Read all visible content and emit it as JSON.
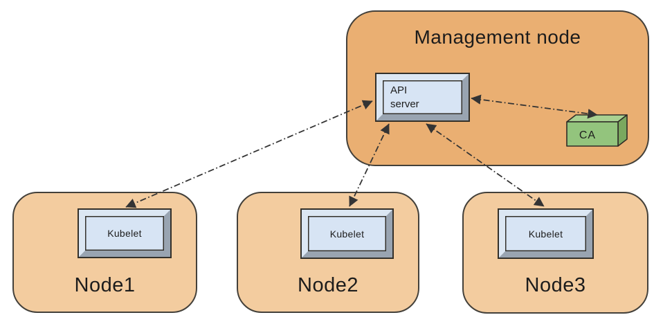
{
  "colors": {
    "management_fill": "#eaaf72",
    "node_fill": "#f3cc9f",
    "node_border": "#43403a",
    "box_face": "#d7e4f4",
    "bevel_light": "#dce7f3",
    "bevel_dark": "#99a4b1",
    "box_outline": "#33302a",
    "ca_front": "#93c47d",
    "ca_top": "#a9d191",
    "ca_side": "#7aa85f",
    "ca_outline": "#2e2b26",
    "arrow": "#343434",
    "text": "#1c1c1c"
  },
  "management_node": {
    "label": "Management node",
    "api_server_label": "API server",
    "ca_label": "CA"
  },
  "nodes": [
    {
      "label": "Node1",
      "component_label": "Kubelet"
    },
    {
      "label": "Node2",
      "component_label": "Kubelet"
    },
    {
      "label": "Node3",
      "component_label": "Kubelet"
    }
  ],
  "connections": [
    {
      "from": "API server",
      "to": "Kubelet (Node1)",
      "line_style": "dash-dot",
      "arrowheads": "both"
    },
    {
      "from": "API server",
      "to": "Kubelet (Node2)",
      "line_style": "dash-dot",
      "arrowheads": "both"
    },
    {
      "from": "API server",
      "to": "Kubelet (Node3)",
      "line_style": "dash-dot",
      "arrowheads": "both"
    },
    {
      "from": "API server",
      "to": "CA",
      "line_style": "dash-dot",
      "arrowheads": "both"
    }
  ]
}
